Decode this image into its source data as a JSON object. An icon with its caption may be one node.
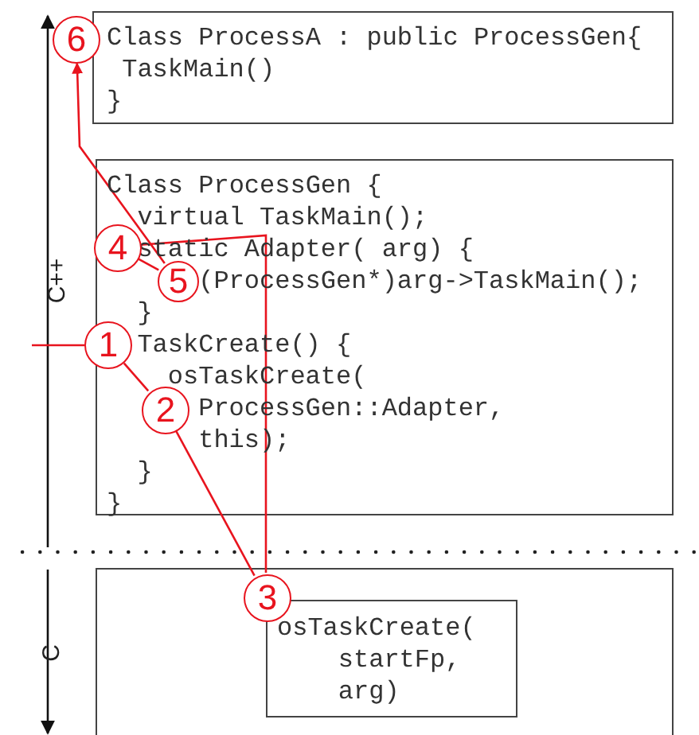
{
  "diagram": {
    "nodes": [
      {
        "text": [
          "Class ProcessA : public ProcessGen{",
          "TaskMain()",
          "}"
        ]
      },
      {
        "text": [
          "Class ProcessGen {",
          "virtual TaskMain();",
          "static Adapter( arg) {",
          "(ProcessGen*)arg->TaskMain();",
          "}",
          "TaskCreate() {",
          "osTaskCreate(",
          "ProcessGen::Adapter,",
          "this);",
          "}",
          "}"
        ]
      },
      {
        "text": [],
        "shape": "box"
      },
      {
        "text": [
          "osTaskCreate(",
          "startFp,",
          "arg)"
        ],
        "in": 2
      },
      {
        "text": [
          "1"
        ]
      },
      {
        "text": [
          "2"
        ],
        "in": 1
      },
      {
        "text": [
          "3"
        ],
        "in": 2
      },
      {
        "text": [
          "4"
        ],
        "in": 1
      },
      {
        "text": [
          "5"
        ],
        "in": 1
      },
      {
        "text": [
          "6"
        ]
      }
    ],
    "edges": [
      {
        "from": null,
        "to": 4,
        "arrow": "none"
      },
      {
        "from": 4,
        "to": 5,
        "arrow": "none"
      },
      {
        "from": 5,
        "to": 6,
        "arrow": "none"
      },
      {
        "from": 6,
        "to": 7,
        "arrow": "none"
      },
      {
        "from": 7,
        "to": 8,
        "arrow": "none"
      },
      {
        "from": 8,
        "to": 9,
        "arrow": "to"
      }
    ],
    "labels": [
      "C++",
      "C"
    ]
  }
}
